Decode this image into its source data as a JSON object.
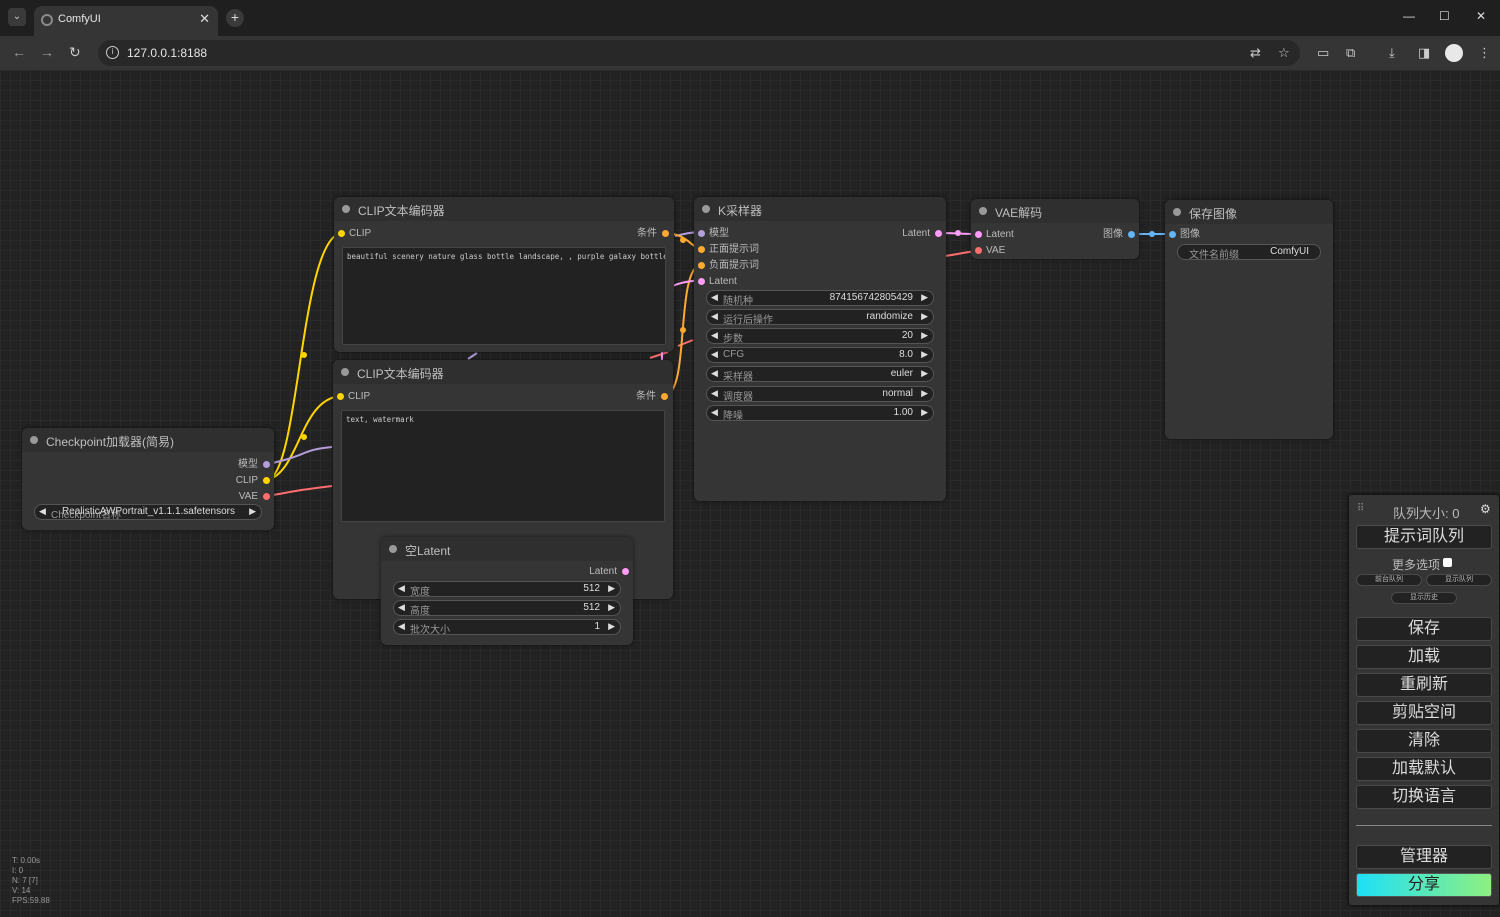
{
  "browser": {
    "tab_title": "ComfyUI",
    "url": "127.0.0.1:8188",
    "controls": {
      "minimize": "—",
      "maximize": "☐",
      "close": "✕",
      "new_tab": "+",
      "tab_close": "✕",
      "tab_list": "⌄"
    },
    "nav": {
      "back": "←",
      "forward": "→",
      "reload": "↻"
    }
  },
  "nodes": {
    "clip_pos": {
      "title": "CLIP文本编码器",
      "input": "CLIP",
      "output": "条件",
      "text": "beautiful scenery nature glass bottle landscape, , purple galaxy bottle,"
    },
    "clip_neg": {
      "title": "CLIP文本编码器",
      "input": "CLIP",
      "output": "条件",
      "text": "text, watermark"
    },
    "checkpoint": {
      "title": "Checkpoint加载器(简易)",
      "outputs": [
        "模型",
        "CLIP",
        "VAE"
      ],
      "widget_label": "Checkpoint名称",
      "widget_value": "RealisticAWPortrait_v1.1.1.safetensors"
    },
    "ksampler": {
      "title": "K采样器",
      "inputs": [
        "模型",
        "正面提示词",
        "负面提示词",
        "Latent"
      ],
      "output": "Latent",
      "widgets": [
        {
          "label": "随机种",
          "value": "874156742805429"
        },
        {
          "label": "运行后操作",
          "value": "randomize"
        },
        {
          "label": "步数",
          "value": "20"
        },
        {
          "label": "CFG",
          "value": "8.0"
        },
        {
          "label": "采样器",
          "value": "euler"
        },
        {
          "label": "调度器",
          "value": "normal"
        },
        {
          "label": "降噪",
          "value": "1.00"
        }
      ]
    },
    "vae_decode": {
      "title": "VAE解码",
      "inputs": [
        "Latent",
        "VAE"
      ],
      "output": "图像"
    },
    "save_image": {
      "title": "保存图像",
      "input": "图像",
      "widget_label": "文件名前缀",
      "widget_value": "ComfyUI"
    },
    "empty_latent": {
      "title": "空Latent",
      "output": "Latent",
      "widgets": [
        {
          "label": "宽度",
          "value": "512"
        },
        {
          "label": "高度",
          "value": "512"
        },
        {
          "label": "批次大小",
          "value": "1"
        }
      ]
    }
  },
  "menu": {
    "queue_size": "队列大小: 0",
    "queue_prompt": "提示词队列",
    "more_options": "更多选项",
    "front_queue": "前台队列",
    "view_queue": "显示队列",
    "view_history": "显示历史",
    "save": "保存",
    "load": "加载",
    "refresh": "重刷新",
    "clipspace": "剪贴空间",
    "clear": "清除",
    "load_default": "加载默认",
    "switch_language": "切换语言",
    "manager": "管理器",
    "share": "分享"
  },
  "stats": [
    "T: 0.00s",
    "I: 0",
    "N: 7 [7]",
    "V: 14",
    "FPS:59.88"
  ],
  "colors": {
    "model": "#b39ddb",
    "clip": "#ffd500",
    "vae": "#ff6e6e",
    "conditioning": "#ffa931",
    "latent": "#ff9cf9",
    "image": "#64b5f6",
    "share_from": "#1ee0f8",
    "share_to": "#8ef07f"
  }
}
